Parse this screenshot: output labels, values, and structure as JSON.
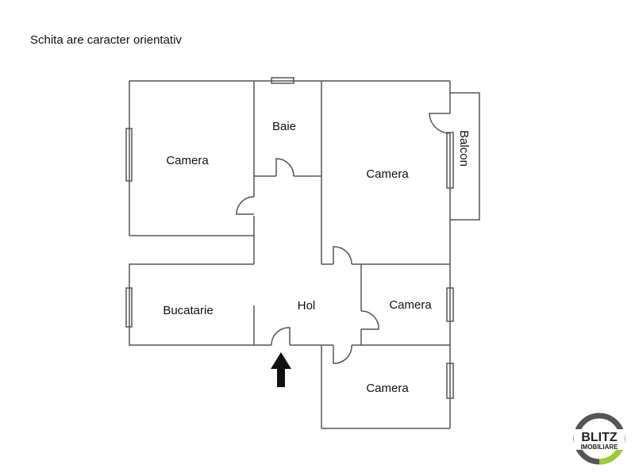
{
  "caption": "Schita are caracter orientativ",
  "rooms": [
    {
      "id": "camera-1",
      "label": "Camera"
    },
    {
      "id": "baie",
      "label": "Baie"
    },
    {
      "id": "camera-2",
      "label": "Camera"
    },
    {
      "id": "balcon",
      "label": "Balcon"
    },
    {
      "id": "bucatarie",
      "label": "Bucatarie"
    },
    {
      "id": "hol",
      "label": "Hol"
    },
    {
      "id": "camera-3",
      "label": "Camera"
    },
    {
      "id": "camera-4",
      "label": "Camera"
    }
  ],
  "entrance": {
    "icon": "arrow-up-icon"
  },
  "logo": {
    "line1": "BLITZ",
    "line2": "IMOBILIARE",
    "ring_color": "#555555",
    "accent_color": "#9acd32"
  },
  "colors": {
    "wall": "#555555",
    "text": "#111111",
    "arrow": "#111111"
  }
}
